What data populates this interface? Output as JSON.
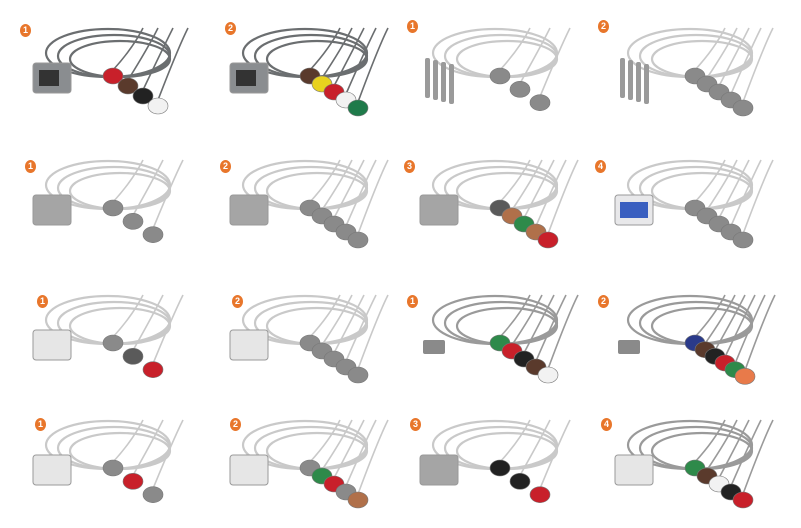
{
  "accent_color": "#e8762b",
  "products": [
    {
      "badge": "1",
      "cable": "#6b6e70",
      "connector": "rect-dark",
      "leads": [
        "#c8202a",
        "#5a3a2c",
        "#222222",
        "#f2f2f2"
      ]
    },
    {
      "badge": "2",
      "cable": "#6b6e70",
      "connector": "dsub",
      "leads": [
        "#5a3a2c",
        "#e8d21e",
        "#c8202a",
        "#f2f2f2",
        "#1f7a4a"
      ]
    },
    {
      "badge": "1",
      "cable": "#c9c9c9",
      "connector": "pins",
      "leads": [
        "#8a8a8a",
        "#8a8a8a",
        "#8a8a8a"
      ]
    },
    {
      "badge": "2",
      "cable": "#c9c9c9",
      "connector": "pins",
      "leads": [
        "#8a8a8a",
        "#8a8a8a",
        "#8a8a8a",
        "#8a8a8a",
        "#8a8a8a"
      ]
    },
    {
      "badge": "1",
      "cable": "#c9c9c9",
      "connector": "block-grey",
      "leads": [
        "#8a8a8a",
        "#8a8a8a",
        "#8a8a8a"
      ]
    },
    {
      "badge": "2",
      "cable": "#c9c9c9",
      "connector": "block-grey",
      "leads": [
        "#8a8a8a",
        "#8a8a8a",
        "#8a8a8a",
        "#8a8a8a",
        "#8a8a8a"
      ]
    },
    {
      "badge": "3",
      "cable": "#c9c9c9",
      "connector": "block-grey",
      "leads": [
        "#5a5a5a",
        "#b0704a",
        "#2e8a4a",
        "#b0704a",
        "#c8202a"
      ]
    },
    {
      "badge": "4",
      "cable": "#c9c9c9",
      "connector": "block-blue",
      "leads": [
        "#8a8a8a",
        "#8a8a8a",
        "#8a8a8a",
        "#8a8a8a",
        "#8a8a8a"
      ]
    },
    {
      "badge": "1",
      "cable": "#c9c9c9",
      "connector": "block-white",
      "leads": [
        "#8a8a8a",
        "#5a5a5a",
        "#c8202a"
      ]
    },
    {
      "badge": "2",
      "cable": "#c9c9c9",
      "connector": "block-white",
      "leads": [
        "#8a8a8a",
        "#8a8a8a",
        "#8a8a8a",
        "#8a8a8a",
        "#8a8a8a"
      ]
    },
    {
      "badge": "1",
      "cable": "#9a9a9a",
      "connector": "angle",
      "leads": [
        "#2e8a4a",
        "#c8202a",
        "#222222",
        "#5a3a2c",
        "#f2f2f2"
      ]
    },
    {
      "badge": "2",
      "cable": "#9a9a9a",
      "connector": "angle",
      "leads": [
        "#2a3a8a",
        "#5a3a2c",
        "#222222",
        "#c8202a",
        "#2e8a4a",
        "#e87a4a"
      ]
    },
    {
      "badge": "1",
      "cable": "#c9c9c9",
      "connector": "block-white",
      "leads": [
        "#8a8a8a",
        "#c8202a",
        "#8a8a8a"
      ]
    },
    {
      "badge": "2",
      "cable": "#c9c9c9",
      "connector": "block-white",
      "leads": [
        "#8a8a8a",
        "#2e8a4a",
        "#c8202a",
        "#8a8a8a",
        "#b0704a"
      ]
    },
    {
      "badge": "3",
      "cable": "#c9c9c9",
      "connector": "block-grey",
      "leads": [
        "#222222",
        "#222222",
        "#c8202a"
      ]
    },
    {
      "badge": "4",
      "cable": "#9a9a9a",
      "connector": "block-white",
      "leads": [
        "#2e8a4a",
        "#5a3a2c",
        "#f2f2f2",
        "#222222",
        "#c8202a"
      ]
    }
  ]
}
